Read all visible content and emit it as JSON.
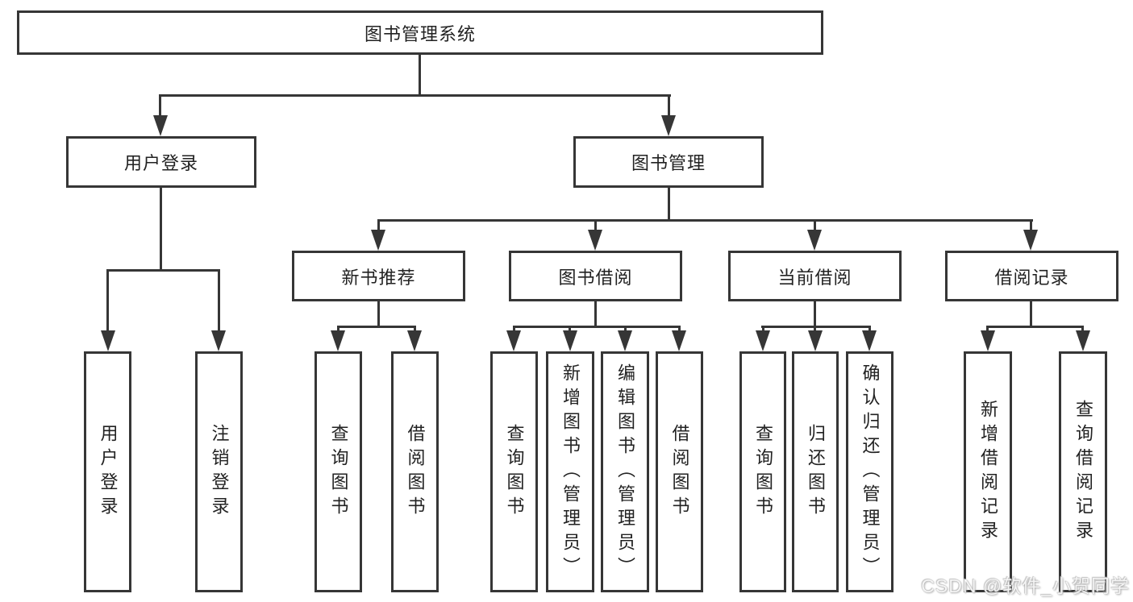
{
  "diagram": {
    "title": "图书管理系统",
    "line_color": "#363636",
    "text_color": "#222222",
    "nodes": {
      "root": "图书管理系统",
      "login": "用户登录",
      "mgmt": "图书管理",
      "nb": "新书推荐",
      "bb": "图书借阅",
      "cb": "当前借阅",
      "br": "借阅记录",
      "login_user": "用户登录",
      "login_logout": "注销登录",
      "nb_query": "查询图书",
      "nb_borrow": "借阅图书",
      "bb_query": "查询图书",
      "bb_add": "新增图书（管理员）",
      "bb_edit": "编辑图书（管理员）",
      "bb_borrow": "借阅图书",
      "cb_query": "查询图书",
      "cb_return": "归还图书",
      "cb_confirm": "确认归还（管理员）",
      "br_add": "新增借阅记录",
      "br_query": "查询借阅记录"
    },
    "hierarchy": {
      "图书管理系统": [
        "用户登录",
        "图书管理"
      ],
      "用户登录": [
        "用户登录",
        "注销登录"
      ],
      "图书管理": [
        "新书推荐",
        "图书借阅",
        "当前借阅",
        "借阅记录"
      ],
      "新书推荐": [
        "查询图书",
        "借阅图书"
      ],
      "图书借阅": [
        "查询图书",
        "新增图书（管理员）",
        "编辑图书（管理员）",
        "借阅图书"
      ],
      "当前借阅": [
        "查询图书",
        "归还图书",
        "确认归还（管理员）"
      ],
      "借阅记录": [
        "新增借阅记录",
        "查询借阅记录"
      ]
    }
  },
  "watermark": {
    "text": "CSDN @软件_小贺同学"
  }
}
